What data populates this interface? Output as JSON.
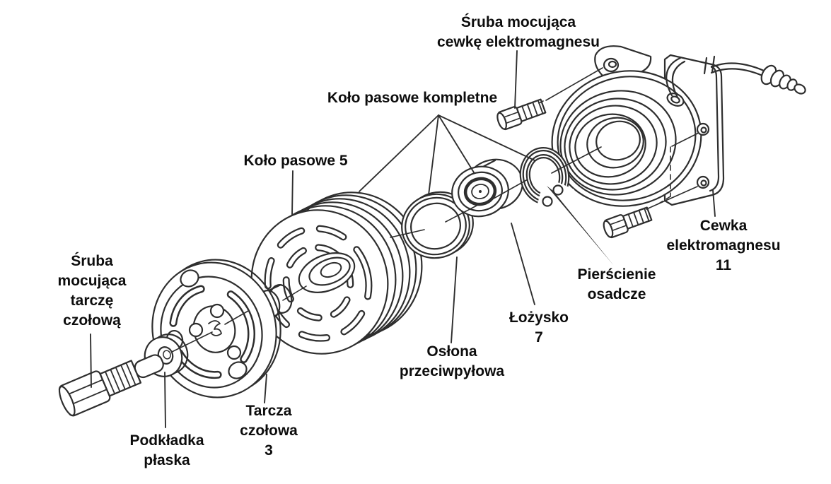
{
  "diagram": {
    "background_color": "#ffffff",
    "line_color": "#2e2e2e",
    "text_color": "#0d0d0d",
    "labels": {
      "coil_screw": {
        "lines": [
          "Śruba mocująca",
          "cewkę elektromagnesu"
        ]
      },
      "pulley_assembly": {
        "lines": [
          "Koło pasowe kompletne"
        ]
      },
      "pulley": {
        "lines": [
          "Koło pasowe 5"
        ],
        "part_number": "5"
      },
      "plate_screw": {
        "lines": [
          "Śruba",
          "mocująca",
          "tarczę",
          "czołową"
        ]
      },
      "washer": {
        "lines": [
          "Podkładka",
          "płaska"
        ]
      },
      "front_plate": {
        "lines": [
          "Tarcza",
          "czołowa",
          "3"
        ],
        "part_number": "3"
      },
      "dust_cover": {
        "lines": [
          "Osłona",
          "przeciwpyłowa"
        ]
      },
      "bearing": {
        "lines": [
          "Łożysko",
          "7"
        ],
        "part_number": "7"
      },
      "snap_rings": {
        "lines": [
          "Pierścienie",
          "osadcze"
        ]
      },
      "coil": {
        "lines": [
          "Cewka",
          "elektromagnesu",
          "11"
        ],
        "part_number": "11"
      }
    }
  }
}
